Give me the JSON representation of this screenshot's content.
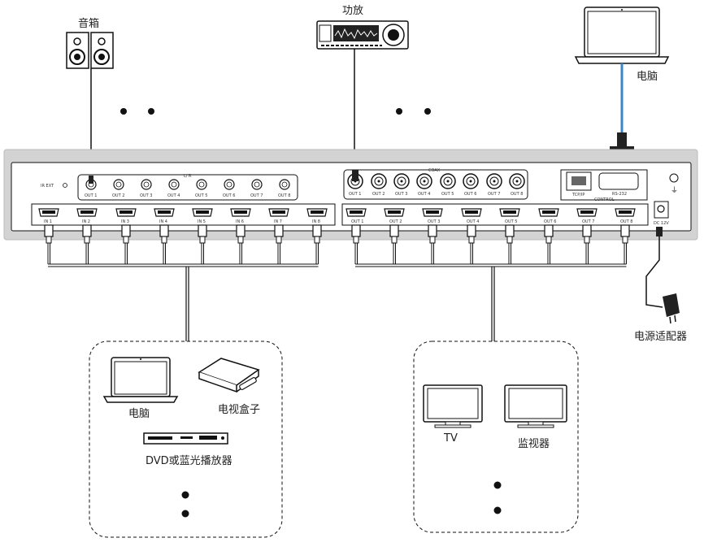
{
  "labels": {
    "speaker": "音箱",
    "amplifier": "功放",
    "pc_top": "电脑",
    "power_adapter": "电源适配器",
    "pc_bottom": "电脑",
    "tv_box": "电视盒子",
    "dvd": "DVD或蓝光播放器",
    "tv": "TV",
    "monitor": "监视器"
  },
  "panel": {
    "ir_ext": "IR EXT",
    "lr": "L/ R",
    "coax": "COAX",
    "tcp_ip": "TCP/IP",
    "rs232": "RS-232",
    "control": "CONTROL",
    "dc": "DC 12V",
    "audio_out_labels": [
      "OUT 1",
      "OUT 2",
      "OUT 3",
      "OUT 4",
      "OUT 5",
      "OUT 6",
      "OUT 7",
      "OUT 8"
    ],
    "coax_out_labels": [
      "OUT 1",
      "OUT 2",
      "OUT 3",
      "OUT 4",
      "OUT 5",
      "OUT 6",
      "OUT 7",
      "OUT 8"
    ],
    "hdmi_in_labels": [
      "IN 1",
      "IN 2",
      "IN 3",
      "IN 4",
      "IN 5",
      "IN 6",
      "IN 7",
      "IN 8"
    ],
    "hdmi_out_labels": [
      "OUT 1",
      "OUT 2",
      "OUT 3",
      "OUT 4",
      "OUT 5",
      "OUT 6",
      "OUT 7",
      "OUT 8"
    ]
  },
  "colors": {
    "chassis": "#d3d3d3",
    "cable_blue": "#3a86c8",
    "ink": "#111111"
  }
}
